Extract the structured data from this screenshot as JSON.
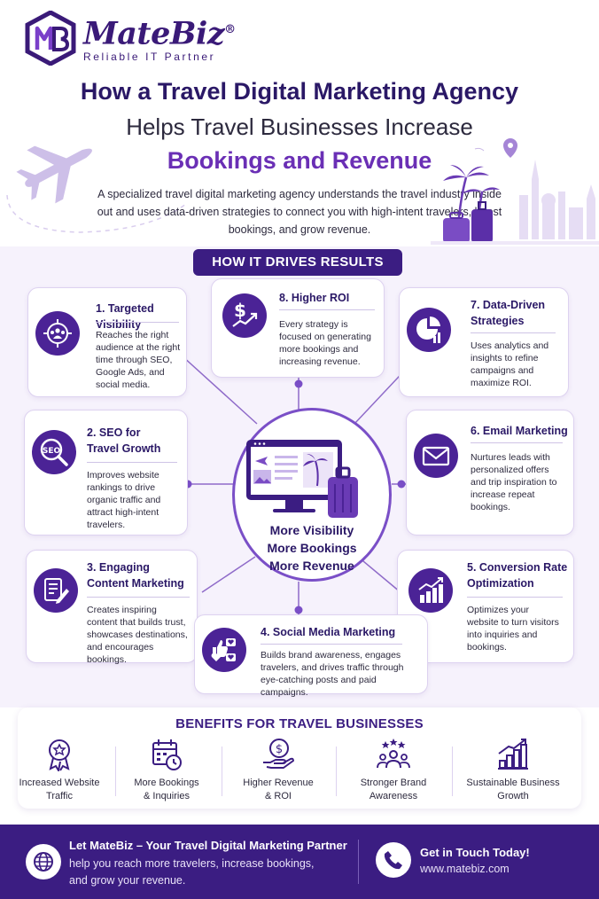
{
  "brand": {
    "name": "MateBiz",
    "registered": "®",
    "tagline": "Reliable IT Partner"
  },
  "header": {
    "title_line1": "How a Travel Digital Marketing Agency",
    "title_line2": "Helps Travel Businesses Increase",
    "title_line3": "Bookings and Revenue",
    "intro": "A specialized travel digital marketing agency understands the travel industry inside out and uses data-driven strategies to connect you with high-intent travelers, boost bookings, and grow revenue."
  },
  "section": {
    "title": "HOW IT DRIVES RESULTS"
  },
  "hub": {
    "line1": "More Visibility",
    "line2": "More Bookings",
    "line3": "More Revenue"
  },
  "cards": [
    {
      "title": "1. Targeted Visibility",
      "desc": "Reaches the right audience at the right time through SEO, Google Ads, and social media.",
      "icon": "audience-target-icon"
    },
    {
      "title": "2. SEO for Travel Growth",
      "desc": "Improves website rankings to drive organic traffic and attract high-intent travelers.",
      "icon": "seo-magnifier-icon"
    },
    {
      "title": "3. Engaging Content Marketing",
      "desc": "Creates inspiring content that builds trust, showcases destinations, and encourages bookings.",
      "icon": "document-pen-icon"
    },
    {
      "title": "4. Social Media Marketing",
      "desc": "Builds brand awareness, engages travelers, and drives traffic through eye-catching posts and paid campaigns.",
      "icon": "social-likes-icon"
    },
    {
      "title": "5. Conversion Rate Optimization",
      "desc": "Optimizes your website to turn visitors into inquiries and bookings.",
      "icon": "growth-chart-icon"
    },
    {
      "title": "6. Email Marketing",
      "desc": "Nurtures leads with personalized offers and trip inspiration to increase repeat bookings.",
      "icon": "envelope-icon"
    },
    {
      "title": "7. Data-Driven Strategies",
      "desc": "Uses analytics and insights to refine campaigns and maximize ROI.",
      "icon": "pie-chart-icon"
    },
    {
      "title": "8. Higher ROI",
      "desc": "Every strategy is focused on generating more bookings and increasing revenue.",
      "icon": "dollar-growth-icon"
    }
  ],
  "benefits": {
    "title": "BENEFITS FOR TRAVEL BUSINESSES",
    "items": [
      {
        "label_1": "Increased Website",
        "label_2": "Traffic",
        "icon": "award-badge-icon"
      },
      {
        "label_1": "More Bookings",
        "label_2": "& Inquiries",
        "icon": "calendar-clock-icon"
      },
      {
        "label_1": "Higher Revenue",
        "label_2": "& ROI",
        "icon": "money-hand-icon"
      },
      {
        "label_1": "Stronger Brand",
        "label_2": "Awareness",
        "icon": "team-stars-icon"
      },
      {
        "label_1": "Sustainable Business",
        "label_2": "Growth",
        "icon": "bar-growth-icon"
      }
    ]
  },
  "footer": {
    "title": "Let MateBiz – Your Travel Digital Marketing Partner",
    "subtitle": "help you reach more travelers, increase bookings, and grow your revenue.",
    "cta": "Get in Touch Today!",
    "url": "www.matebiz.com"
  },
  "colors": {
    "primary": "#3b1d82",
    "accent": "#6a2fb5",
    "icon_bg": "#4b2396",
    "section_bg": "#f6f2fc"
  }
}
